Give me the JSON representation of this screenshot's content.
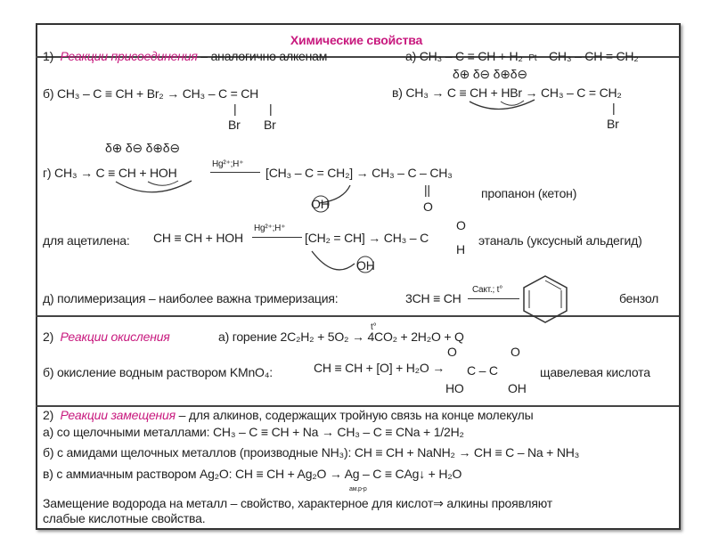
{
  "title": "Химические свойства",
  "section1": {
    "number": "1)",
    "heading": "Реакции присоединения",
    "heading_tail": " – аналогично алкенам",
    "a": {
      "left": "а) CH₃ – C ≡ CH + H₂",
      "catalyst": "Pt",
      "right": "CH₃ – CH = CH₂"
    },
    "b": {
      "eq": "б) CH₃ – C ≡ CH + Br₂ → CH₃ – C = CH",
      "sub1": "Br",
      "sub2": "Br"
    },
    "v": {
      "charges": "δ⊕ δ⊖  δ⊕δ⊖",
      "eq": "в) CH₃ → C ≡ CH + HBr → CH₃ – C = CH₂",
      "sub": "Br"
    },
    "g": {
      "charges": "δ⊕  δ⊖  δ⊕δ⊖",
      "left": "г) CH₃ → C ≡ CH + HOH",
      "catalyst": "Hg²⁺;H⁺",
      "right": "[CH₃ – C = CH₂] → CH₃ – C – CH₃",
      "oh": "OH",
      "double_bond": "||",
      "oxygen": "O",
      "name": "пропанон (кетон)"
    },
    "acetylene": {
      "label": "для ацетилена:",
      "left": "CH ≡ CH + HOH",
      "catalyst": "Hg²⁺;H⁺",
      "right": "[CH₂ = CH] → CH₃ – C",
      "o": "O",
      "h": "H",
      "oh": "OH",
      "name": "этаналь (уксусный альдегид)"
    },
    "d": {
      "text": "д) полимеризация – наиболее важна тримеризация:",
      "left": "3CH ≡ CH",
      "catalyst": "Cакт.; t°",
      "name": "бензол"
    }
  },
  "section2": {
    "number": "2)",
    "heading": "Реакции окисления",
    "a": "а) горение  2C₂H₂ + 5O₂ → 4CO₂ + 2H₂O + Q",
    "a_condition": "t°",
    "b": {
      "label": "б) окисление водным раствором KMnO₄:",
      "eq": "CH ≡ CH + [O] + H₂O →",
      "core": "C – C",
      "o1": "O",
      "o2": "O",
      "ho": "HO",
      "oh": "OH",
      "name": "щавелевая кислота"
    }
  },
  "section3": {
    "number": "2)",
    "heading": "Реакции замещения",
    "heading_tail": " – для алкинов, содержащих тройную связь на конце молекулы",
    "a": "а) со щелочными металлами: CH₃ – C ≡ CH + Na → CH₃ – C ≡ CNa + 1/2H₂",
    "b": "б) с амидами щелочных металлов (производные NH₃):  CH ≡ CH + NaNH₂ → CH ≡ C – Na + NH₃",
    "v": "в) с аммиачным раствором Ag₂O:  CH ≡ CH + Ag₂O → Ag – C ≡ CAg↓ + H₂O",
    "v_sub": "ам.р-р",
    "conclusion1": "Замещение водорода на металл – свойство, характерное для кислот⇒ алкины проявляют",
    "conclusion2": "слабые кислотные свойства."
  }
}
